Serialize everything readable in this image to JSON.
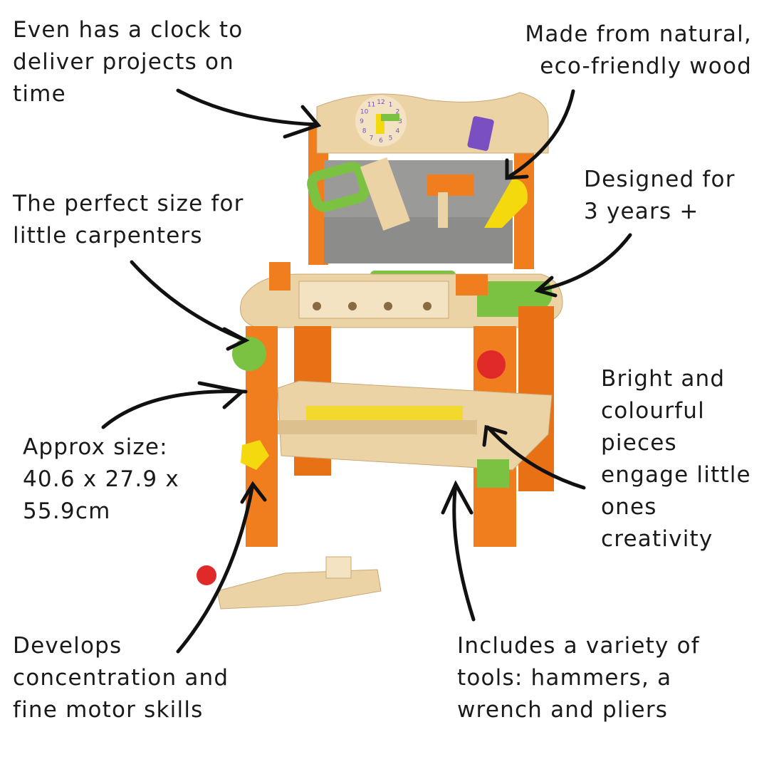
{
  "captions": {
    "clock": [
      "Even has a clock to",
      "deliver projects on",
      "time"
    ],
    "wood": [
      "Made from natural,",
      "eco-friendly wood"
    ],
    "age": [
      "Designed for",
      "3 years +"
    ],
    "size_fit": [
      "The perfect size for",
      "little carpenters"
    ],
    "colour": [
      "Bright and",
      "colourful",
      "pieces",
      "engage little",
      "ones",
      "creativity"
    ],
    "dimensions": [
      "Approx size:",
      "40.6 x 27.9 x",
      "55.9cm"
    ],
    "skills": [
      "Develops",
      "concentration and",
      "fine motor skills"
    ],
    "tools": [
      "Includes a variety of",
      "tools: hammers, a",
      "wrench and pliers"
    ]
  },
  "clock_numbers": [
    "12",
    "1",
    "2",
    "3",
    "4",
    "5",
    "6",
    "7",
    "8",
    "9",
    "10",
    "11"
  ],
  "colors": {
    "orange": "#f07d1e",
    "wood": "#ecd3a6",
    "green": "#7cc242",
    "grey": "#9a9a98",
    "yellow": "#f5d90f",
    "purple": "#7a4fc2",
    "red": "#e02a2a",
    "arrow": "#111111"
  }
}
